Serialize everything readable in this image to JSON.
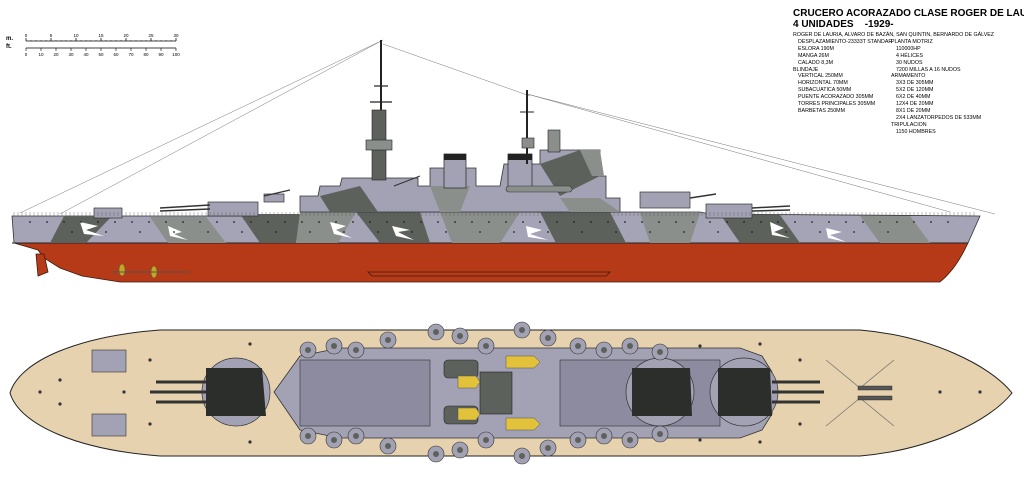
{
  "title_line1": "CRUCERO ACORAZADO CLASE ROGER DE LAURIA",
  "title_line2": "4 UNIDADES",
  "title_year": "-1929-",
  "units": "ROGER DE LAURIA, ALVARO DE BAZÁN, SAN QUINTIN, BERNARDO DE GÁLVEZ",
  "left_specs": [
    {
      "text": "DESPLAZAMIENTO-23333T STANDAR",
      "indent": true
    },
    {
      "text": "ESLORA 190M",
      "indent": true
    },
    {
      "text": "MANGA 26M",
      "indent": true
    },
    {
      "text": "CALADO 8,3M",
      "indent": true
    },
    {
      "text": "BLINDAJE",
      "indent": false
    },
    {
      "text": "VERTICAL 250MM",
      "indent": true
    },
    {
      "text": "HORIZONTAL 70MM",
      "indent": true
    },
    {
      "text": "SUBACUATICA 50MM",
      "indent": true
    },
    {
      "text": "PUENTE ACORAZADO 305MM",
      "indent": true
    },
    {
      "text": "TORRES PRINCIPALES 305MM",
      "indent": true
    },
    {
      "text": "BARBETAS 250MM",
      "indent": true
    }
  ],
  "right_specs": [
    {
      "text": "PLANTA MOTRIZ",
      "indent": false
    },
    {
      "text": "110000HP",
      "indent": true
    },
    {
      "text": "4 HÉLICES",
      "indent": true
    },
    {
      "text": "30 NUDOS",
      "indent": true
    },
    {
      "text": "7200 MILLAS A 16 NUDOS",
      "indent": true
    },
    {
      "text": "ARMAMENTO",
      "indent": false
    },
    {
      "text": "3X3 DE 305MM",
      "indent": true
    },
    {
      "text": "5X2 DE 120MM",
      "indent": true
    },
    {
      "text": "6X2 DE 40MM",
      "indent": true
    },
    {
      "text": "12X4 DE 20MM",
      "indent": true
    },
    {
      "text": "8X1 DE 20MM",
      "indent": true
    },
    {
      "text": "2X4 LANZATORPEDOS DE 533MM",
      "indent": true
    },
    {
      "text": "TRIPULACION",
      "indent": false
    },
    {
      "text": "1150 HOMBRES",
      "indent": true
    }
  ],
  "scale": {
    "unit_top": "m.",
    "unit_bottom": "ft.",
    "meter_ticks": [
      "0",
      "5",
      "10",
      "15",
      "20",
      "25",
      "30"
    ],
    "feet_ticks": [
      "0",
      "10",
      "20",
      "30",
      "40",
      "50",
      "60",
      "70",
      "80",
      "90",
      "100"
    ]
  },
  "colors": {
    "hull_red": "#b63a17",
    "hull_gray": "#a5a3b6",
    "camo_dark": "#5c615c",
    "camo_mid": "#8b8f8b",
    "deck_tan": "#e6d2ae",
    "superstructure": "#a3a2b4"
  }
}
